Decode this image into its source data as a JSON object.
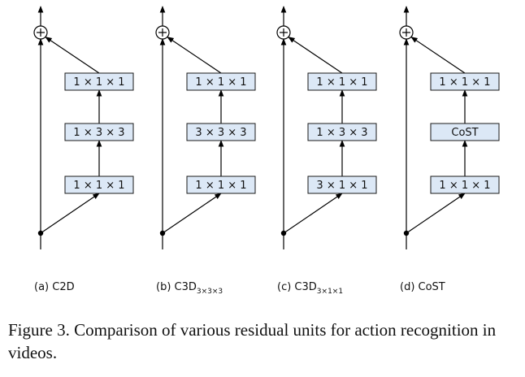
{
  "panels": [
    {
      "id": "c2d",
      "blocks": [
        "1 × 1 × 1",
        "1 × 3 × 3",
        "1 × 1 × 1"
      ],
      "label_main": "(a) C2D",
      "label_sub": ""
    },
    {
      "id": "c3d-333",
      "blocks": [
        "1 × 1 × 1",
        "3 × 3 × 3",
        "1 × 1 × 1"
      ],
      "label_main": "(b) C3D",
      "label_sub": "3×3×3"
    },
    {
      "id": "c3d-311",
      "blocks": [
        "1 × 1 × 1",
        "1 × 3 × 3",
        "3 × 1 × 1"
      ],
      "label_main": "(c) C3D",
      "label_sub": "3×1×1"
    },
    {
      "id": "cost",
      "blocks": [
        "1 × 1 × 1",
        "CoST",
        "1 × 1 × 1"
      ],
      "label_main": "(d) CoST",
      "label_sub": ""
    }
  ],
  "sum_symbol": "+",
  "caption": "Figure 3. Comparison of various residual units for action recognition in videos.",
  "colors": {
    "block_fill": "#dce8f6",
    "stroke": "#000000"
  }
}
